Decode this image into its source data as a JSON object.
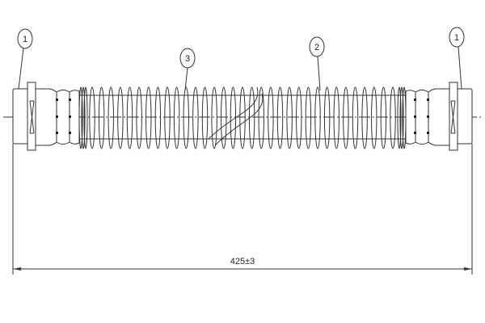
{
  "balloons": {
    "fitting_left": "1",
    "spring": "3",
    "hose": "2",
    "fitting_right": "1"
  },
  "dimension": {
    "length": "425±3"
  },
  "colors": {
    "line": "#333333",
    "background": "#ffffff"
  }
}
